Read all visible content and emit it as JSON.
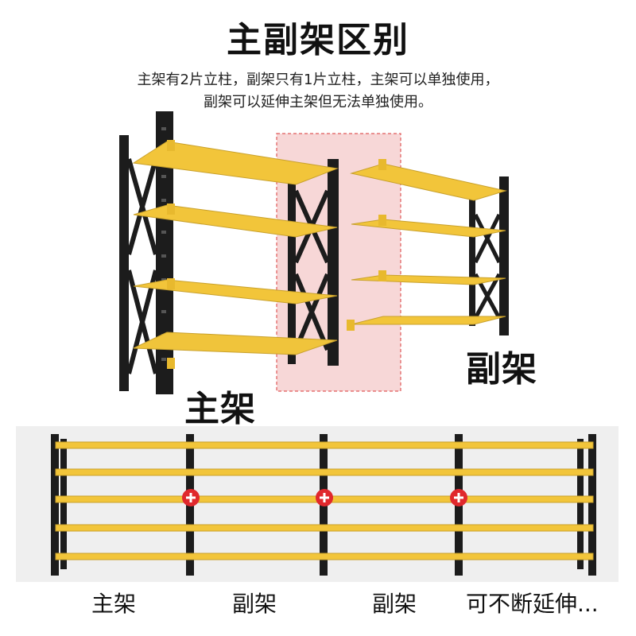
{
  "header": {
    "title": "主副架区别",
    "line1": "主架有2片立柱，副架只有1片立柱，主架可以单独使用，",
    "line2": "副架可以延伸主架但无法单独使用。"
  },
  "labels": {
    "main_rack": "主架",
    "sub_rack": "副架"
  },
  "bottom": {
    "labels": [
      "主架",
      "副架",
      "副架",
      "可不断延伸..."
    ]
  },
  "colors": {
    "shelf_yellow": "#f2c53a",
    "frame_black": "#1c1c1c",
    "highlight_pink": "#f6d6d6",
    "plus_red": "#e0282d"
  }
}
